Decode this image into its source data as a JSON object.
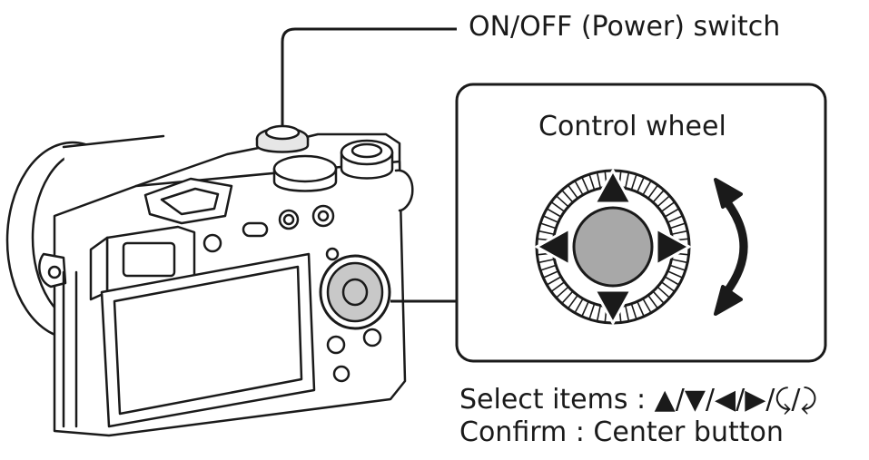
{
  "callouts": {
    "power_switch": "ON/OFF (Power) switch",
    "control_wheel": "Control wheel"
  },
  "captions": {
    "select": "Select items : ▲/▼/◀/▶/⤹/⤸",
    "confirm": "Confirm : Center button"
  },
  "colors": {
    "line": "#1a1a1a",
    "fill_light": "#e6e6e6",
    "fill_mid": "#c8c8c8",
    "fill_dark": "#a8a8a8",
    "background": "#ffffff"
  }
}
